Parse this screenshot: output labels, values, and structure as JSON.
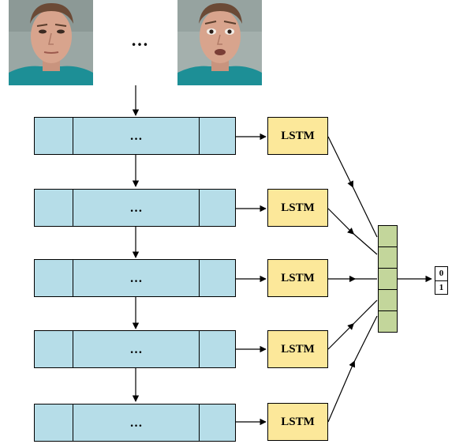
{
  "diagram": {
    "top_ellipsis": "…",
    "layers": [
      {
        "dots": "…",
        "lstm_label": "LSTM"
      },
      {
        "dots": "…",
        "lstm_label": "LSTM"
      },
      {
        "dots": "…",
        "lstm_label": "LSTM"
      },
      {
        "dots": "…",
        "lstm_label": "LSTM"
      },
      {
        "dots": "…",
        "lstm_label": "LSTM"
      }
    ],
    "concat_cells": 5,
    "output": {
      "top": "0",
      "bottom": "1"
    },
    "colors": {
      "layer_fill": "#b6dde8",
      "lstm_fill": "#fce89a",
      "concat_fill": "#c3d69b",
      "stroke": "#000000"
    }
  }
}
